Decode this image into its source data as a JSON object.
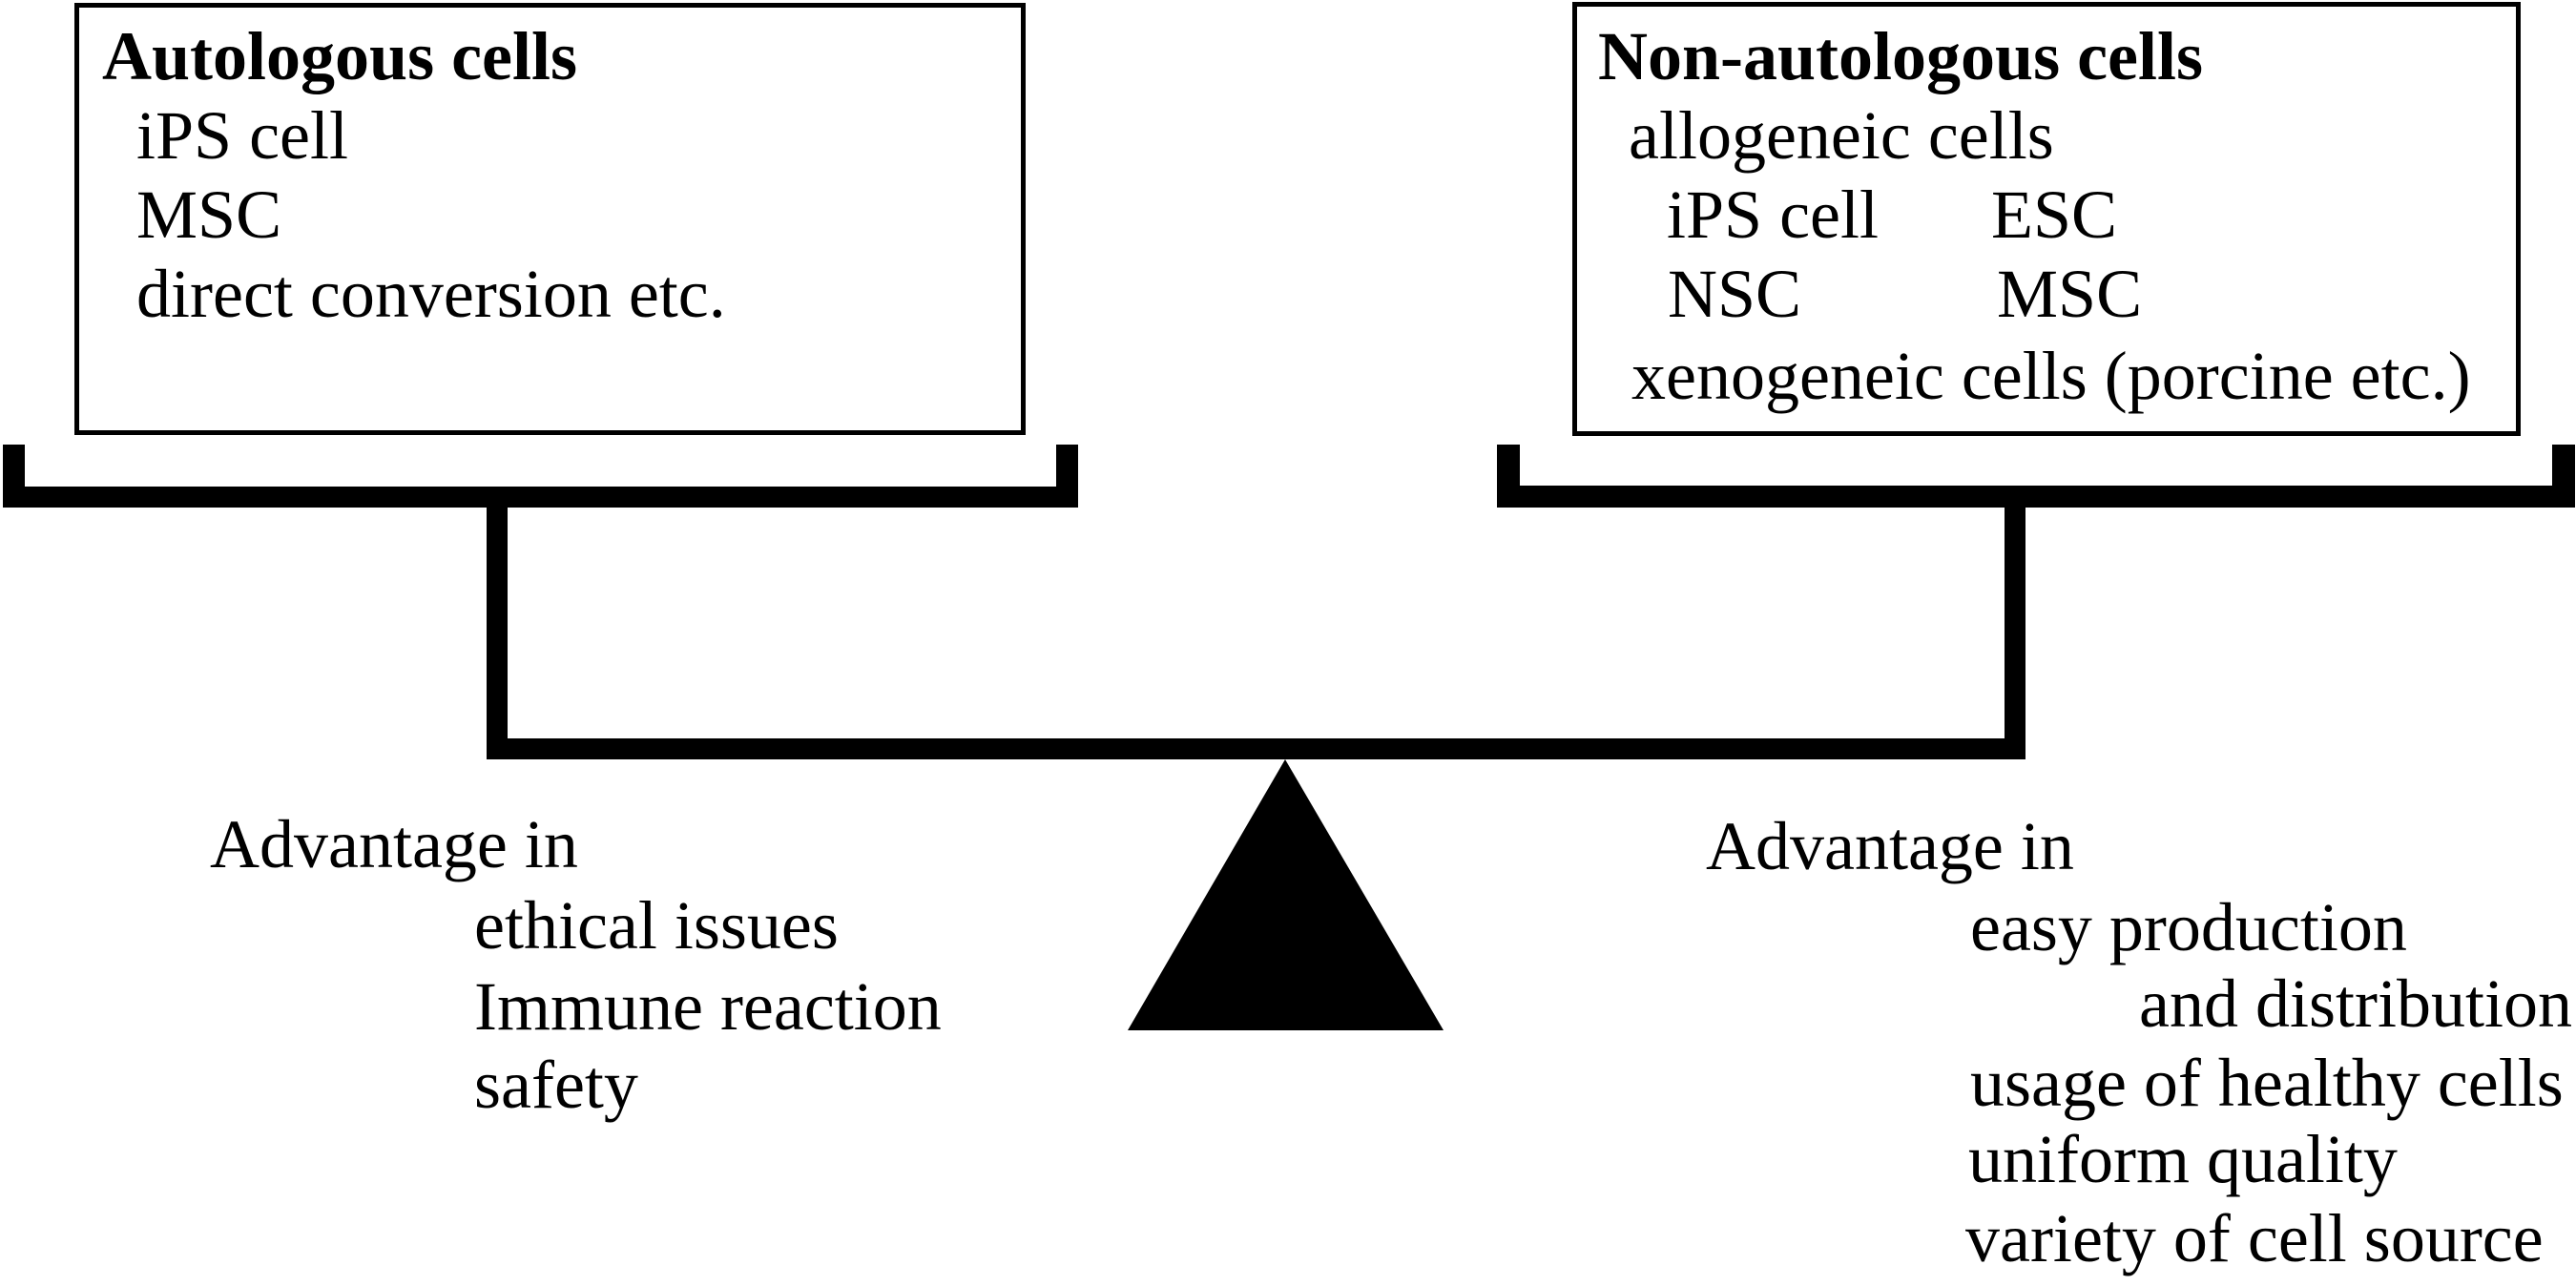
{
  "figure": {
    "type": "balance-diagram",
    "background": "#ffffff",
    "ink_color": "#000000"
  },
  "left_box": {
    "title": "Autologous cells",
    "items": [
      "iPS cell",
      "MSC",
      "direct conversion etc."
    ]
  },
  "right_box": {
    "title": "Non-autologous cells",
    "subtitle": "allogeneic cells",
    "grid": [
      {
        "col1": "iPS cell",
        "col2": "ESC"
      },
      {
        "col1": "NSC",
        "col2": "MSC"
      }
    ],
    "footer": "xenogeneic cells (porcine etc.)"
  },
  "left_advantages": {
    "heading": "Advantage in",
    "items": [
      "ethical issues",
      "Immune reaction",
      "safety"
    ]
  },
  "right_advantages": {
    "heading": "Advantage in",
    "items": [
      "easy production",
      "and distribution",
      "usage of healthy cells",
      "uniform quality",
      "variety of cell source"
    ]
  }
}
